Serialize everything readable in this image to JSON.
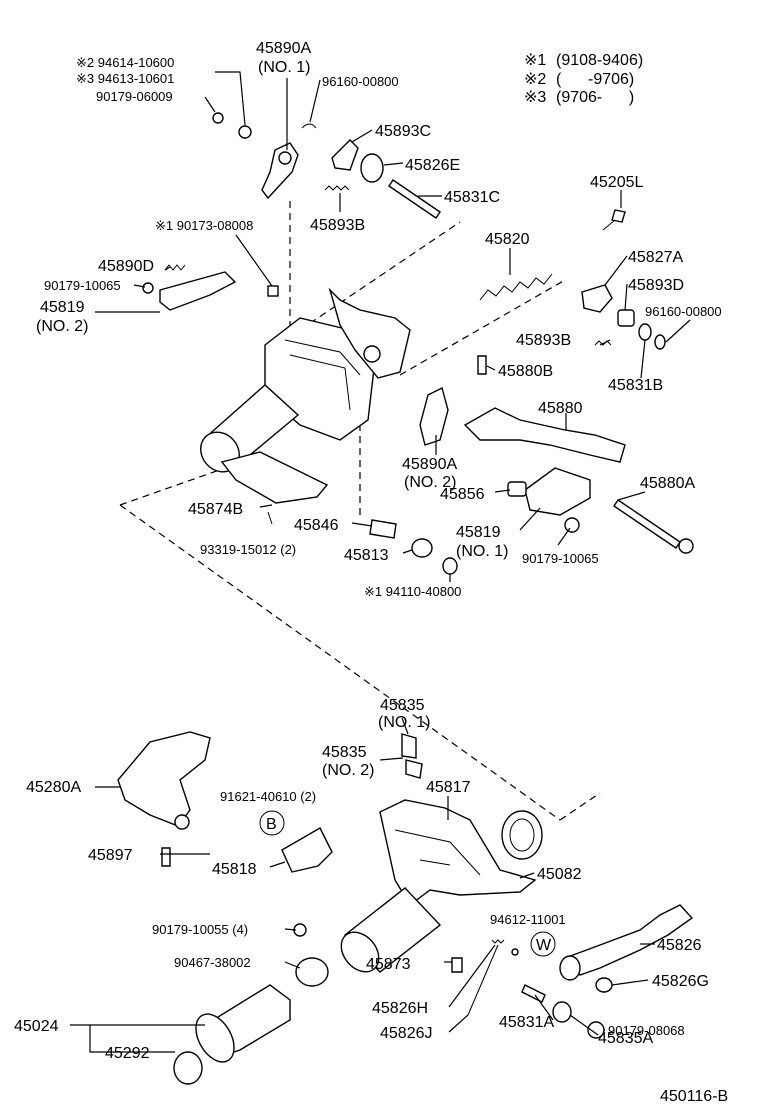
{
  "legend": {
    "l1": {
      "mark": "※1",
      "value": "(9108-9406)"
    },
    "l2": {
      "mark": "※2",
      "value": "(      -9706)"
    },
    "l3": {
      "mark": "※3",
      "value": "(9706-      )"
    }
  },
  "labels": {
    "p45890A_top": "45890A",
    "p45890A_top_no": "(NO. 1)",
    "note2_94614": "※2 94614-10600",
    "note3_94613": "※3 94613-10601",
    "p90179_06009": "90179-06009",
    "p96160_top": "96160-00800",
    "p45893C": "45893C",
    "p45826E": "45826E",
    "p45831C": "45831C",
    "p45893B_top": "45893B",
    "p45205L": "45205L",
    "note1_90173": "※1 90173-08008",
    "p45820": "45820",
    "p45827A": "45827A",
    "p45893D": "45893D",
    "p96160_right": "96160-00800",
    "p45890D": "45890D",
    "p90179_10065_left": "90179-10065",
    "p45819_left": "45819",
    "p45819_left_no": "(NO. 2)",
    "p45893B_right": "45893B",
    "p45831B": "45831B",
    "p45880B": "45880B",
    "p45880": "45880",
    "p45890A_mid": "45890A",
    "p45890A_mid_no": "(NO. 2)",
    "p45856": "45856",
    "p45880A": "45880A",
    "p45874B": "45874B",
    "p45846": "45846",
    "p45819_right": "45819",
    "p45819_right_no": "(NO. 1)",
    "p93319": "93319-15012 (2)",
    "p45813": "45813",
    "p90179_10065_right": "90179-10065",
    "note1_94110": "※1 94110-40800",
    "p45835_no1": "45835",
    "p45835_no1_no": "(NO. 1)",
    "p45835_no2": "45835",
    "p45835_no2_no": "(NO. 2)",
    "p45280A": "45280A",
    "p91621": "91621-40610 (2)",
    "p45817": "45817",
    "mark_B": "B",
    "p45897": "45897",
    "p45818": "45818",
    "p45082": "45082",
    "p90179_10055": "90179-10055 (4)",
    "p94612": "94612-11001",
    "mark_W": "W",
    "p45826": "45826",
    "p90467": "90467-38002",
    "p45873": "45873",
    "p45826G": "45826G",
    "p45826H": "45826H",
    "p45024": "45024",
    "p45826J": "45826J",
    "p90179_08068": "90179-08068",
    "p45292": "45292",
    "p45831A": "45831A",
    "p45835A": "45835A",
    "diagram_id": "450116-B"
  }
}
